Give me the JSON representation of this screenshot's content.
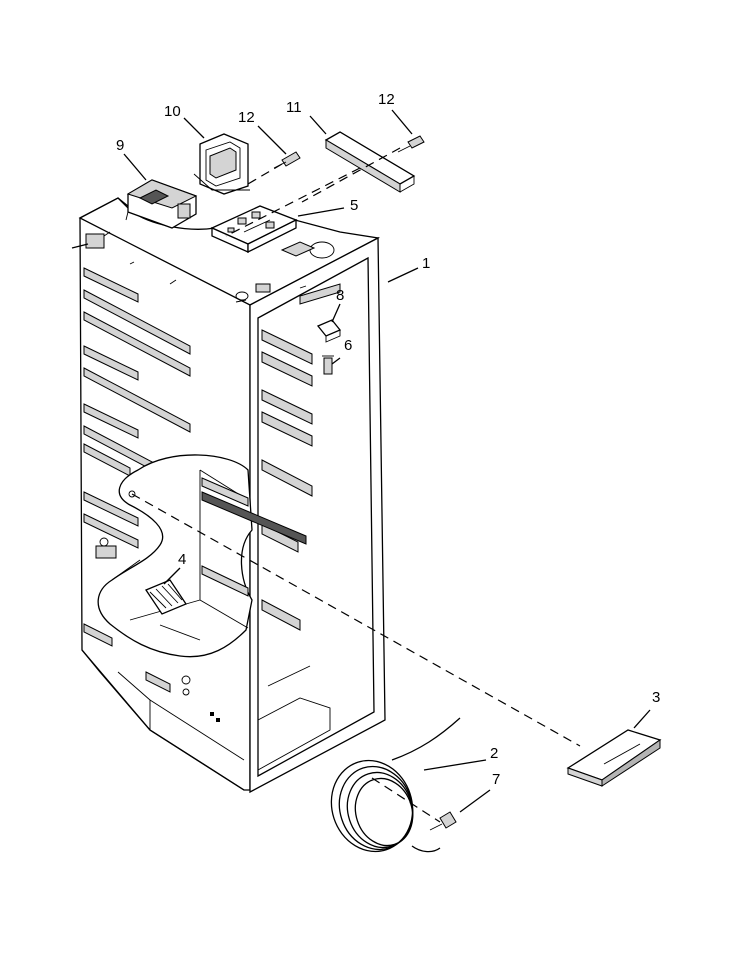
{
  "diagram": {
    "callouts": [
      {
        "id": "c1",
        "label": "1"
      },
      {
        "id": "c2",
        "label": "2"
      },
      {
        "id": "c3",
        "label": "3"
      },
      {
        "id": "c4",
        "label": "4"
      },
      {
        "id": "c5",
        "label": "5"
      },
      {
        "id": "c6",
        "label": "6"
      },
      {
        "id": "c7",
        "label": "7"
      },
      {
        "id": "c8",
        "label": "8"
      },
      {
        "id": "c9",
        "label": "9"
      },
      {
        "id": "c10",
        "label": "10"
      },
      {
        "id": "c11",
        "label": "11"
      },
      {
        "id": "c12a",
        "label": "12"
      },
      {
        "id": "c12b",
        "label": "12"
      }
    ],
    "colors": {
      "line": "#000000",
      "shade": "#d4d4d4",
      "background": "#ffffff"
    }
  }
}
